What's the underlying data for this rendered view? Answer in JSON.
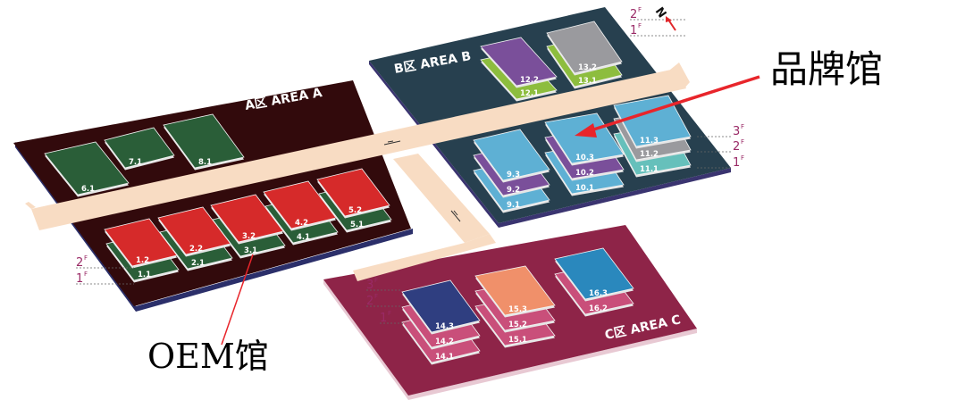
{
  "areas": [
    {
      "id": "A",
      "label": "A区 AREA A",
      "color": "#320a0c"
    },
    {
      "id": "B",
      "label": "B区 AREA B",
      "color": "#27404f"
    },
    {
      "id": "C",
      "label": "C区 AREA C",
      "color": "#8e2448"
    }
  ],
  "corridor_color": "#f8dcc3",
  "halls": [
    {
      "id": "6.1",
      "area": "A",
      "color": "#2a5e38"
    },
    {
      "id": "7.1",
      "area": "A",
      "color": "#2a5e38"
    },
    {
      "id": "8.1",
      "area": "A",
      "color": "#2a5e38"
    },
    {
      "id": "1.1",
      "area": "A",
      "color": "#2a5e38"
    },
    {
      "id": "2.1",
      "area": "A",
      "color": "#2a5e38"
    },
    {
      "id": "3.1",
      "area": "A",
      "color": "#2a5e38"
    },
    {
      "id": "4.1",
      "area": "A",
      "color": "#2a5e38"
    },
    {
      "id": "5.1",
      "area": "A",
      "color": "#2a5e38"
    },
    {
      "id": "1.2",
      "area": "A",
      "color": "#d62a2a"
    },
    {
      "id": "2.2",
      "area": "A",
      "color": "#d62a2a"
    },
    {
      "id": "3.2",
      "area": "A",
      "color": "#d62a2a"
    },
    {
      "id": "4.2",
      "area": "A",
      "color": "#d62a2a"
    },
    {
      "id": "5.2",
      "area": "A",
      "color": "#d62a2a"
    },
    {
      "id": "12.1",
      "area": "B",
      "color": "#8dbd3e"
    },
    {
      "id": "12.2",
      "area": "B",
      "color": "#7a4f9a"
    },
    {
      "id": "13.1",
      "area": "B",
      "color": "#8dbd3e"
    },
    {
      "id": "13.2",
      "area": "B",
      "color": "#9a9a9e"
    },
    {
      "id": "9.1",
      "area": "B",
      "color": "#5eb0d4"
    },
    {
      "id": "9.2",
      "area": "B",
      "color": "#7a4f9a"
    },
    {
      "id": "9.3",
      "area": "B",
      "color": "#5eb0d4"
    },
    {
      "id": "10.1",
      "area": "B",
      "color": "#5eb0d4"
    },
    {
      "id": "10.2",
      "area": "B",
      "color": "#7a4f9a"
    },
    {
      "id": "10.3",
      "area": "B",
      "color": "#5eb0d4"
    },
    {
      "id": "11.1",
      "area": "B",
      "color": "#66c0bb"
    },
    {
      "id": "11.2",
      "area": "B",
      "color": "#9a9a9e"
    },
    {
      "id": "11.3",
      "area": "B",
      "color": "#5eb0d4"
    },
    {
      "id": "14.1",
      "area": "C",
      "color": "#c94f7a"
    },
    {
      "id": "14.2",
      "area": "C",
      "color": "#c94f7a"
    },
    {
      "id": "14.3",
      "area": "C",
      "color": "#2f3e80"
    },
    {
      "id": "15.1",
      "area": "C",
      "color": "#c94f7a"
    },
    {
      "id": "15.2",
      "area": "C",
      "color": "#c94f7a"
    },
    {
      "id": "15.3",
      "area": "C",
      "color": "#f0906a"
    },
    {
      "id": "16.2",
      "area": "C",
      "color": "#c94f7a"
    },
    {
      "id": "16.3",
      "area": "C",
      "color": "#2a88bd"
    }
  ],
  "floor_markers": {
    "a": [
      "2",
      "1"
    ],
    "b_top": [
      "2",
      "1"
    ],
    "b_right": [
      "3",
      "2",
      "1"
    ],
    "c": [
      "3",
      "2",
      "1"
    ],
    "suffix": "F"
  },
  "compass": {
    "label": "N",
    "arrow_color": "#e0262a"
  },
  "annotations": {
    "brand": "品牌馆",
    "oem": "OEM馆",
    "arrow_color": "#e8252b"
  }
}
